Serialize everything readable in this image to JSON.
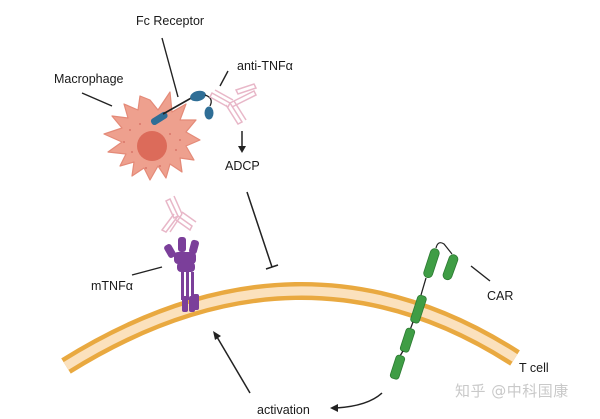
{
  "labels": {
    "fc_receptor": "Fc Receptor",
    "macrophage": "Macrophage",
    "anti_tnf": "anti-TNFα",
    "adcp": "ADCP",
    "mtnf": "mTNFα",
    "car": "CAR",
    "t_cell": "T cell",
    "activation": "activation"
  },
  "watermark": "知乎 @中科国康",
  "colors": {
    "background": "#ffffff",
    "macrophage_body": "#eea08e",
    "macrophage_nucleus": "#dc6b5a",
    "fc_receptor": "#2f6e96",
    "antibody": "#e8b7c8",
    "mtnf": "#7b3f9a",
    "membrane_outer": "#e9a940",
    "membrane_inner": "#fbe1bd",
    "car": "#3f9d45",
    "arrow": "#222222",
    "text": "#1a1a1a"
  }
}
